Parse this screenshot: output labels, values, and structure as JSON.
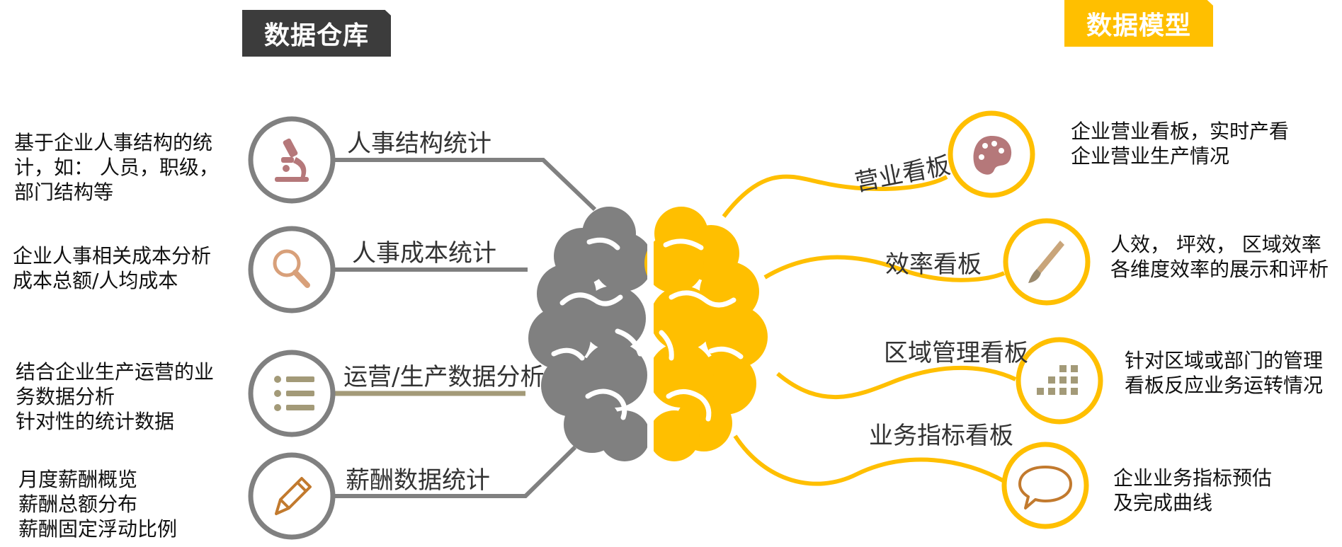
{
  "headers": {
    "left": "数据仓库",
    "right": "数据模型"
  },
  "left_branches": [
    {
      "label": "人事结构统计",
      "icon": "microscope-icon",
      "description": [
        "基于企业人事结构的统",
        "计，如： 人员，职级，",
        "部门结构等"
      ]
    },
    {
      "label": "人事成本统计",
      "icon": "magnifier-icon",
      "description": [
        "企业人事相关成本分析",
        "成本总额/人均成本"
      ]
    },
    {
      "label": "运营/生产数据分析",
      "icon": "list-icon",
      "description": [
        "结合企业生产运营的业",
        "务数据分析",
        "针对性的统计数据"
      ]
    },
    {
      "label": "薪酬数据统计",
      "icon": "pencil-icon",
      "description": [
        "月度薪酬概览",
        "薪酬总额分布",
        "薪酬固定浮动比例"
      ]
    }
  ],
  "right_branches": [
    {
      "label": "营业看板",
      "icon": "palette-icon",
      "description": [
        "企业营业看板，实时产看",
        "企业营业生产情况"
      ]
    },
    {
      "label": "效率看板",
      "icon": "brush-icon",
      "description": [
        "人效， 坪效， 区域效率",
        "各维度效率的展示和评析"
      ]
    },
    {
      "label": "区域管理看板",
      "icon": "grid-icon",
      "description": [
        "针对区域或部门的管理",
        "看板反应业务运转情况"
      ]
    },
    {
      "label": "业务指标看板",
      "icon": "speech-bubble-icon",
      "description": [
        "企业业务指标预估",
        "及完成曲线"
      ]
    }
  ],
  "colors": {
    "gray": "#808080",
    "yellow": "#ffbf00",
    "dark_header": "#3c3c3c",
    "icon_brown": "#b5787a",
    "icon_olive": "#a39a78",
    "icon_orange": "#c27a2e"
  }
}
